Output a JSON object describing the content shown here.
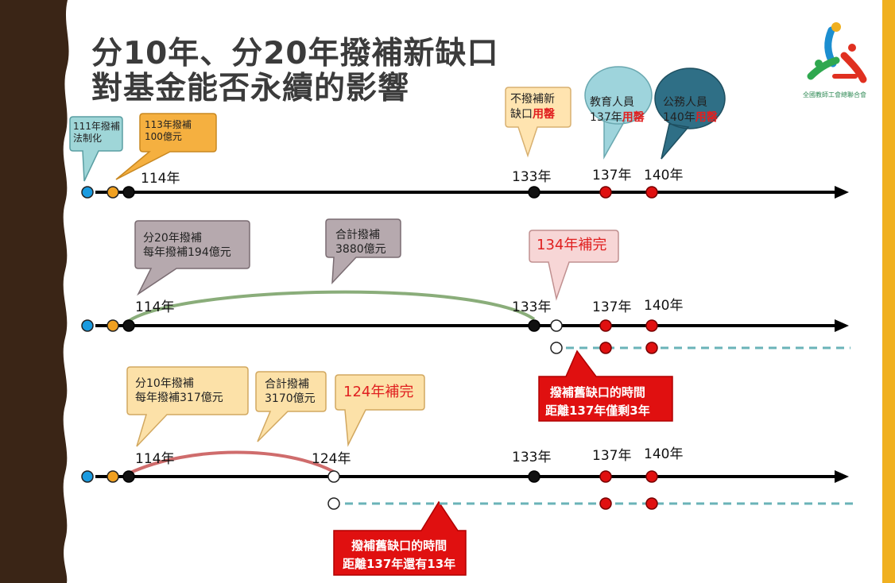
{
  "title": {
    "line1": "分10年、分20年撥補新缺口",
    "line2": "對基金能否永續的影響"
  },
  "org_name": "全國教師工會總聯合會",
  "top_row": {
    "callout_111": [
      "111年撥補",
      "法制化"
    ],
    "callout_113": [
      "113年撥補",
      "100億元"
    ],
    "tick_114": "114年",
    "callout_nofund": {
      "line1": "不撥補新",
      "line2a": "缺口",
      "line2b": "用罄"
    },
    "callout_teacher": {
      "line1": "教育人員",
      "line2a": "137年",
      "line2b": "用罄"
    },
    "callout_civil": {
      "line1": "公務人員",
      "line2a": "140年",
      "line2b": "用罄"
    },
    "tick_133": "133年",
    "tick_137": "137年",
    "tick_140": "140年"
  },
  "mid_row": {
    "callout_20yr": [
      "分20年撥補",
      "每年撥補194億元"
    ],
    "callout_total": [
      "合計撥補",
      "3880億元"
    ],
    "callout_done": "134年補完",
    "tick_114": "114年",
    "tick_133": "133年",
    "tick_137": "137年",
    "tick_140": "140年",
    "redbox": [
      "撥補舊缺口的時間",
      "距離137年僅剩3年"
    ]
  },
  "bottom_row": {
    "callout_10yr": [
      "分10年撥補",
      "每年撥補317億元"
    ],
    "callout_total": [
      "合計撥補",
      "3170億元"
    ],
    "callout_done": "124年補完",
    "tick_114": "114年",
    "tick_124": "124年",
    "tick_133": "133年",
    "tick_137": "137年",
    "tick_140": "140年",
    "redbox": [
      "撥補舊缺口的時間",
      "距離137年還有13年"
    ]
  },
  "colors": {
    "axis": "#000000",
    "blue_dot": "#1a9be0",
    "orange_dot": "#f0a020",
    "red_dot": "#e01010",
    "teal_line": "#6ab3b8",
    "green_arc": "#8aad7a",
    "red_arc": "#cf6c6c",
    "left_border": "#3a2516",
    "right_stripe": "#f0b020",
    "redbox_fill": "#e01010"
  }
}
